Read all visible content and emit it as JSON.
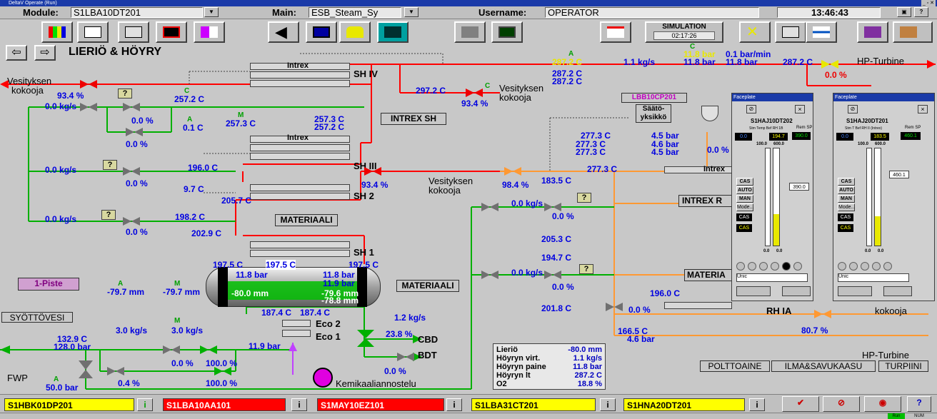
{
  "window": {
    "title": "DeltaV Operate (Run)",
    "controls": "_ ▫ ✕"
  },
  "header": {
    "module_label": "Module:",
    "module_value": "S1LBA10DT201",
    "main_label": "Main:",
    "main_value": "ESB_Steam_Sy",
    "user_label": "Username:",
    "user_value": "OPERATOR",
    "time": "13:46:43"
  },
  "simulation": {
    "label": "SIMULATION",
    "time": "02:17:26"
  },
  "page": {
    "title": "LIERIÖ & HÖYRY"
  },
  "process": {
    "sh4": "SH IV",
    "sh3": "SH III",
    "sh2": "SH 2",
    "sh1": "SH 1",
    "intrex": "Intrex",
    "intrex_sh": "INTREX SH",
    "intrex_r": "INTREX R",
    "materiaali": "MATERIAALI",
    "materia": "MATERIA",
    "eco2": "Eco 2",
    "eco1": "Eco 1",
    "cbd": "CBD",
    "bdt": "BDT",
    "vesi_main_1": "Vesityksen",
    "vesi_main_2": "kokooja",
    "vesi_top_1": "Vesityksen",
    "vesi_top_2": "kokooja",
    "vesi_mid_1": "Vesityksen",
    "vesi_mid_2": "kokooja",
    "vesi_right": "kokooja",
    "hp_turbine_top": "HP-Turbine",
    "hp_turbine_bottom": "HP-Turbine",
    "lbb_tag": "LBB10CP201",
    "saato_1": "Säätö-",
    "saato_2": "yksikkö",
    "yksi_piste": "1-Piste",
    "syottovesi": "SYÖTTÖVESI",
    "fwp": "FWP",
    "kemikaali": "Kemikaaliannostelu",
    "rh_ia": "RH IA",
    "btn_polttoaine": "POLTTOAINE",
    "btn_ilma": "ILMA&SAVUKAASU",
    "btn_turpiini": "TURPIINI",
    "mode_c": "C",
    "mode_a": "A",
    "mode_m": "M"
  },
  "values": {
    "v_93_4_left": "93.4 %",
    "v_257_2_c": "257.2 C",
    "v_0_0_kgs_1": "0.0 kg/s",
    "v_0_0_pct_1": "0.0 %",
    "v_0_0_pct_2": "0.0 %",
    "v_0_1_c": "0.1 C",
    "v_257_3_c_a": "257.3 C",
    "v_257_3_c_b": "257.3 C",
    "v_257_2_c_b": "257.2 C",
    "v_0_0_kgs_2": "0.0 kg/s",
    "v_196_0_c": "196.0 C",
    "v_0_0_pct_3": "0.0 %",
    "v_9_7_c": "9.7 C",
    "v_205_7_c": "205.7 C",
    "v_0_0_kgs_3": "0.0 kg/s",
    "v_198_2_c": "198.2 C",
    "v_0_0_pct_4": "0.0 %",
    "v_202_9_c": "202.9 C",
    "v_297_2_c": "297.2 C",
    "v_93_4_top": "93.4 %",
    "v_287_2_a": "287.2 C",
    "v_287_2_b": "287.2 C",
    "v_287_2_c": "287.2 C",
    "v_1_1_kgs": "1.1 kg/s",
    "v_11_8_bar_y": "11.8 bar",
    "v_11_8_bar_b": "11.8 bar",
    "v_0_1_barmin": "0.1 bar/min",
    "v_11_8_bar_c": "11.8 bar",
    "v_287_2_d": "287.2 C",
    "v_0_0_pct_hp": "0.0 %",
    "v_93_4_mid": "93.4 %",
    "v_98_4": "98.4 %",
    "v_277_3_a": "277.3 C",
    "v_277_3_b": "277.3 C",
    "v_277_3_c": "277.3 C",
    "v_277_3_d": "277.3 C",
    "v_4_5_bar_a": "4.5 bar",
    "v_4_6_bar": "4.6 bar",
    "v_4_5_bar_b": "4.5 bar",
    "v_0_0_pct_saato": "0.0 %",
    "v_183_5": "183.5 C",
    "v_0_0_kgs_4": "0.0 kg/s",
    "v_0_0_pct_5": "0.0 %",
    "v_205_3": "205.3 C",
    "v_194_7": "194.7 C",
    "v_0_0_kgs_5": "0.0 kg/s",
    "v_0_0_pct_6": "0.0 %",
    "v_201_8": "201.8 C",
    "v_196_0_b": "196.0 C",
    "v_0_0_pct_7": "0.0 %",
    "v_166_5": "166.5 C",
    "v_4_6_bar_b": "4.6 bar",
    "v_80_7": "80.7 %",
    "drum_197_5_a": "197.5 C",
    "drum_197_5_b": "197.5 C",
    "drum_197_5_c": "197.5 C",
    "drum_11_8_left": "11.8 bar",
    "drum_11_8_right": "11.8 bar",
    "drum_11_9": "11.9 bar",
    "drum_level_left": "-80.0 mm",
    "drum_level_r1": "-79.6 mm",
    "drum_level_r2": "-78.8 mm",
    "drum_187_4_a": "187.4 C",
    "drum_187_4_b": "187.4 C",
    "v_79_7_a": "-79.7 mm",
    "v_79_7_b": "-79.7 mm",
    "v_3_0_kgs_a": "3.0 kg/s",
    "v_3_0_kgs_b": "3.0 kg/s",
    "v_132_9": "132.9 C",
    "v_128_0": "128.0 bar",
    "v_11_9_bar": "11.9 bar",
    "v_0_0_pct_fw": "0.0 %",
    "v_100_a": "100.0 %",
    "v_100_b": "100.0 %",
    "v_0_4_pct": "0.4 %",
    "v_50_0_bar": "50.0 bar",
    "v_1_2_kgs": "1.2 kg/s",
    "v_23_8": "23.8 %",
    "v_0_0_pct_bdt": "0.0 %"
  },
  "summary": {
    "rows": [
      {
        "label": "Lieriö",
        "value": "-80.0 mm"
      },
      {
        "label": "Höyryn virt.",
        "value": "1.1 kg/s"
      },
      {
        "label": "Höyryn paine",
        "value": "11.8 bar"
      },
      {
        "label": "Höyryn lt",
        "value": "287.2 C"
      },
      {
        "label": "O2",
        "value": "18.8 %"
      }
    ]
  },
  "faceplate1": {
    "title": "Faceplate",
    "tag": "S1HAJ10DT202",
    "col1": "Stm Temp Bef RH 1B",
    "col2": "Rem SP",
    "v1": "0.0",
    "v2": "194.7",
    "v3": "390.0",
    "scale_top": "100.0",
    "scale_top2": "600.0",
    "scale_bot": "0.0",
    "scale_bot2": "0.0",
    "sp": "390.0",
    "cas": "CAS",
    "auto": "AUTO",
    "man": "MAN",
    "mode": "Mode...",
    "cas2": "CAS",
    "cas3": "CAS",
    "unit": "Unic"
  },
  "faceplate2": {
    "title": "Faceplate",
    "tag": "S1HAJ20DT201",
    "col1": "Stm T Bef RH II (Intrex)",
    "col2": "Rem SP",
    "v1": "0.0",
    "v2": "183.5",
    "v3": "460.1",
    "scale_top": "100.0",
    "scale_top2": "600.0",
    "scale_bot": "0.0",
    "scale_bot2": "0.0",
    "sp": "460.1",
    "cas": "CAS",
    "auto": "AUTO",
    "man": "MAN",
    "mode": "Mode...",
    "cas2": "CAS",
    "cas3": "CAS",
    "unit": "Unic"
  },
  "alarms": [
    {
      "tag": "S1HBK01DP201",
      "color": "#ffff00"
    },
    {
      "tag": "S1LBA10AA101",
      "color": "#ff0000"
    },
    {
      "tag": "S1MAY10EZ101",
      "color": "#ff0000"
    },
    {
      "tag": "S1LBA31CT201",
      "color": "#ffff00"
    },
    {
      "tag": "S1HNA20DT201",
      "color": "#ffff00"
    }
  ],
  "alarm_info": "i",
  "help": "?",
  "statusbar": {
    "run": "Run",
    "num": "NUM"
  },
  "colors": {
    "steam_red": "#ff0000",
    "water_green": "#00b000",
    "orange": "#ff9933",
    "blue_value": "#0000e0"
  }
}
